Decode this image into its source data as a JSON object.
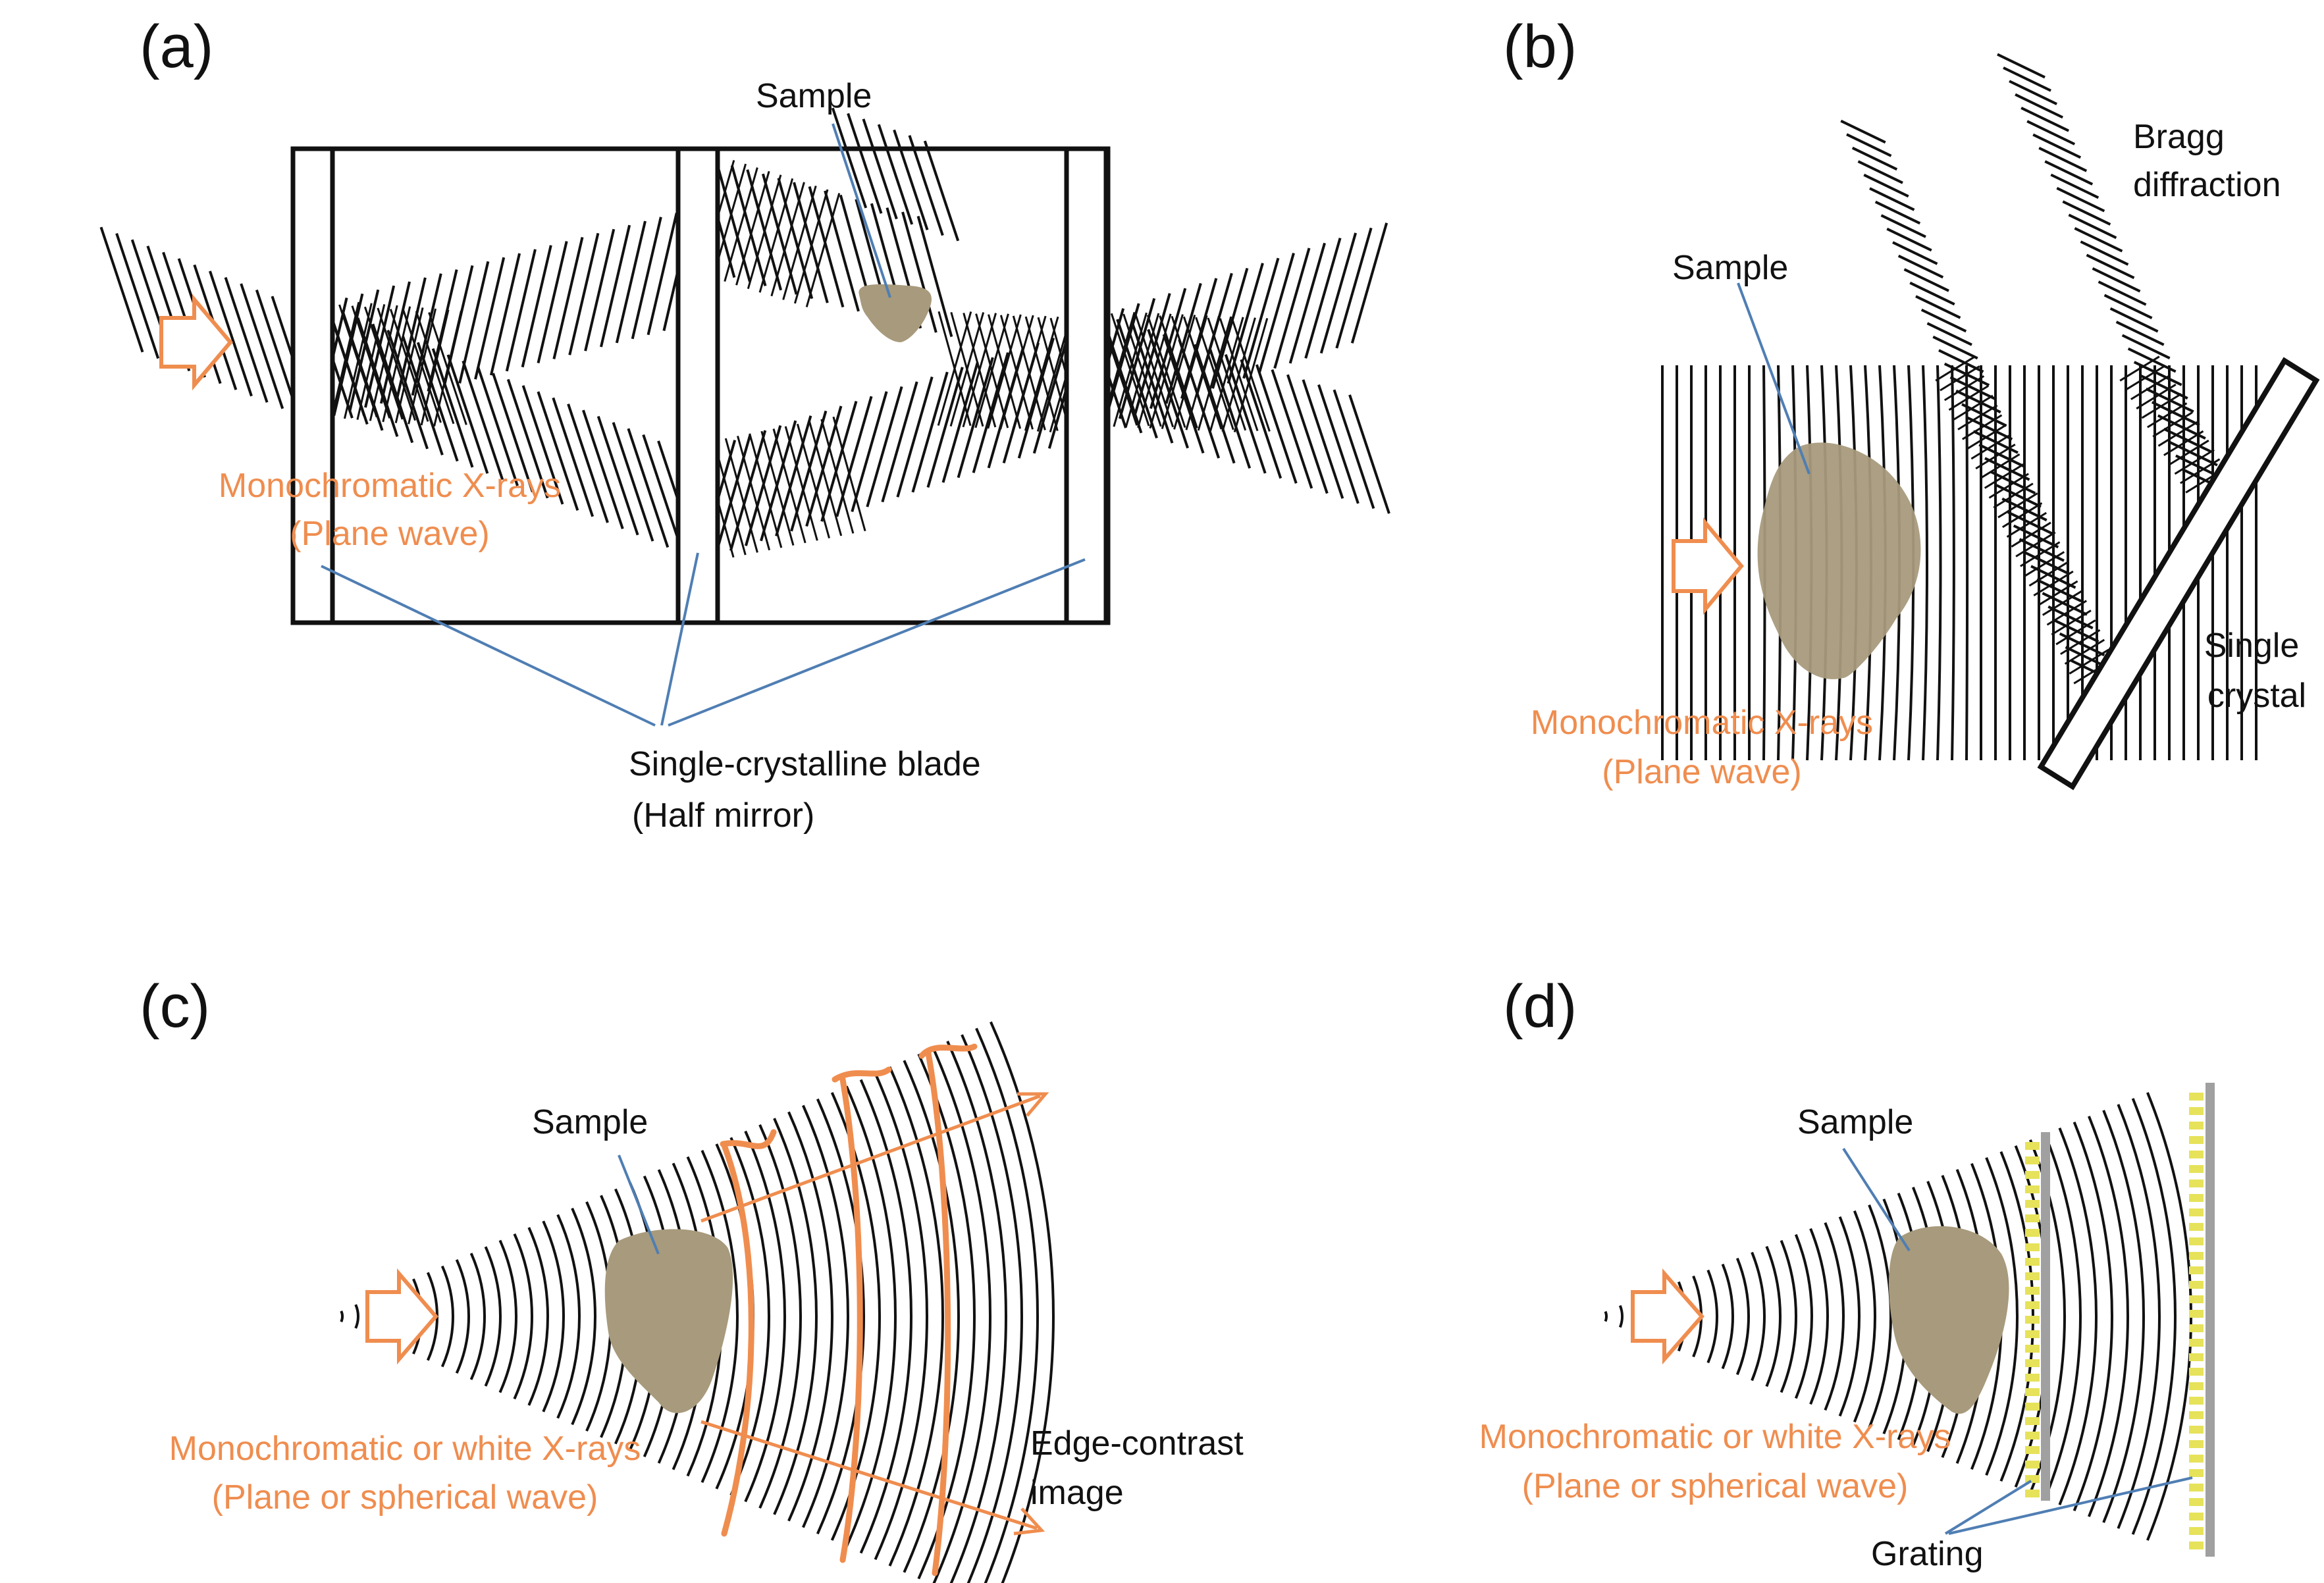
{
  "colors": {
    "orange": "#EF8D4F",
    "sample": "#A89A7C",
    "leader": "#4F7EB3",
    "grating": "#E6E25A",
    "grating_back": "#A0A0A0",
    "ink": "#111111"
  },
  "panel_a": {
    "label": "(a)",
    "sample": "Sample",
    "source_line1": "Monochromatic X-rays",
    "source_line2": "(Plane wave)",
    "blade_line1": "Single-crystalline blade",
    "blade_line2": "(Half mirror)"
  },
  "panel_b": {
    "label": "(b)",
    "sample": "Sample",
    "bragg_line1": "Bragg",
    "bragg_line2": "diffraction",
    "crystal_line1": "Single",
    "crystal_line2": "crystal",
    "source_line1": "Monochromatic X-rays",
    "source_line2": "(Plane wave)"
  },
  "panel_c": {
    "label": "(c)",
    "sample": "Sample",
    "source_line1": "Monochromatic or white X-rays",
    "source_line2": "(Plane or spherical wave)",
    "image_line1": "Edge-contrast",
    "image_line2": "image"
  },
  "panel_d": {
    "label": "(d)",
    "sample": "Sample",
    "source_line1": "Monochromatic or white X-rays",
    "source_line2": "(Plane or spherical wave)",
    "grating": "Grating"
  },
  "icons": [
    "arrow-right-icon"
  ]
}
